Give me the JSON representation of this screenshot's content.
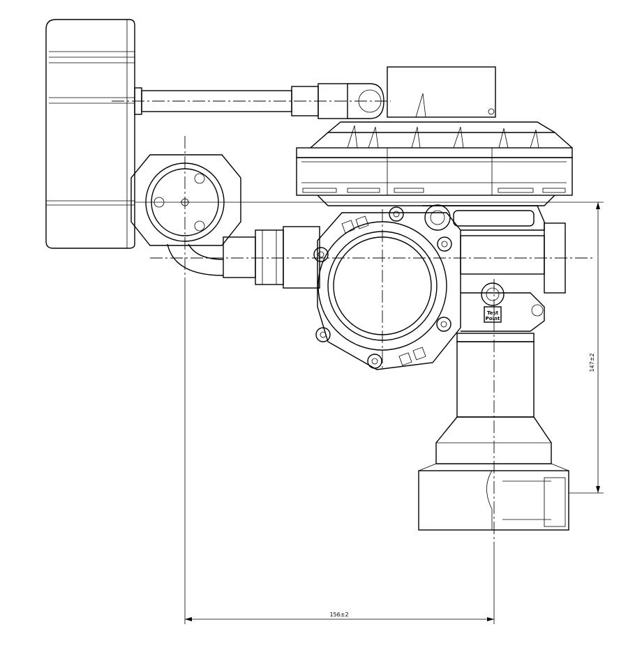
{
  "dimensions": {
    "horizontal": "156±2",
    "vertical": "147±2"
  },
  "labels": {
    "test_point_line1": "Test",
    "test_point_line2": "Point"
  }
}
